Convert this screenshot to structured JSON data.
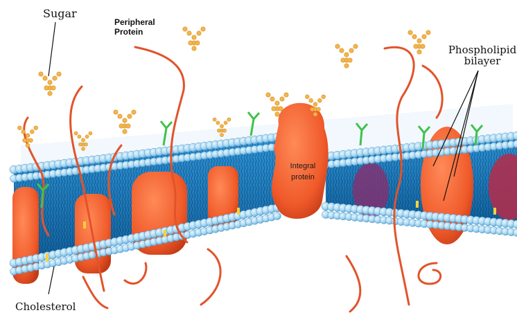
{
  "labels": {
    "sugar": "Sugar",
    "peripheral_line1": "Peripheral",
    "peripheral_line2": "Protein",
    "phospholipid_line1": "Phospholipid",
    "phospholipid_line2": "bilayer",
    "integral_line1": "Integral",
    "integral_line2": "protein",
    "cholesterol": "Cholesterol"
  },
  "colors": {
    "lipid_head": "#a9d8f1",
    "lipid_head_shade": "#5ea9d9",
    "membrane_core": "#1f86cf",
    "membrane_core_dark": "#0f5f9c",
    "protein": "#f05a2a",
    "protein_dark": "#c23a17",
    "sugar_chain": "#f2b64a",
    "green_glyco": "#3fc24a",
    "cholesterol": "#f6d23a"
  },
  "icons": [
    "sugar-chain-icon",
    "protein-strand-icon",
    "cholesterol-icon"
  ]
}
